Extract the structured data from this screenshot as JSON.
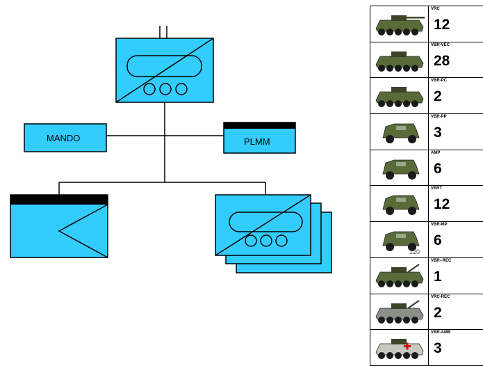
{
  "diagram": {
    "mando_label": "MANDO",
    "plmm_label": "PLMM"
  },
  "roster": {
    "items": [
      {
        "code": "VRC",
        "count": "12",
        "vehicle": "wheeled-tank"
      },
      {
        "code": "VBR-VEC",
        "count": "28",
        "vehicle": "recon-vehicle"
      },
      {
        "code": "VBR-PC",
        "count": "2",
        "vehicle": "command-post-vehicle"
      },
      {
        "code": "VBR-PP",
        "count": "3",
        "vehicle": "light-tactical-vehicle"
      },
      {
        "code": "AMP",
        "count": "6",
        "vehicle": "light-tactical-vehicle"
      },
      {
        "code": "VERT",
        "count": "12",
        "vehicle": "light-tactical-vehicle"
      },
      {
        "code": "VBR-MP",
        "count": "6",
        "vehicle": "mortar-vehicle",
        "tag": "120"
      },
      {
        "code": "VBR--REC",
        "count": "1",
        "vehicle": "recovery-vehicle"
      },
      {
        "code": "VRC-REC",
        "count": "2",
        "vehicle": "recovery-vehicle"
      },
      {
        "code": "VBR-AMB",
        "count": "3",
        "vehicle": "ambulance-vehicle"
      }
    ]
  },
  "colors": {
    "unit_fill": "#33ccff",
    "vehicle_green": "#5a6b3a",
    "vehicle_dark": "#3a4426"
  }
}
